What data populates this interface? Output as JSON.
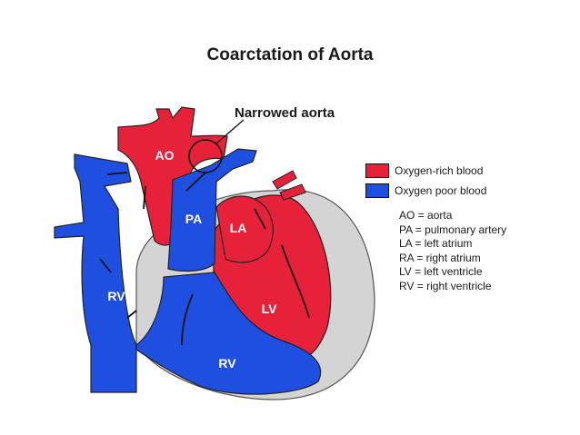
{
  "title": "Coarctation of Aorta",
  "callout": "Narrowed aorta",
  "labels": {
    "ao": "AO",
    "pa": "PA",
    "la": "LA",
    "lv": "LV",
    "rv_left": "RV",
    "rv_bottom": "RV"
  },
  "legend": [
    {
      "label": "Oxygen-rich blood",
      "color": "#e8213a"
    },
    {
      "label": "Oxygen poor blood",
      "color": "#1f4fe0"
    }
  ],
  "abbreviations": [
    "AO = aorta",
    "PA = pulmonary artery",
    "LA = left atrium",
    "RA = right atrium",
    "LV = left ventricle",
    "RV = right ventricle"
  ],
  "colors": {
    "oxygen_rich": "#e8213a",
    "oxygen_poor": "#1f4fe0",
    "pericardium": "#d4d4d4"
  }
}
